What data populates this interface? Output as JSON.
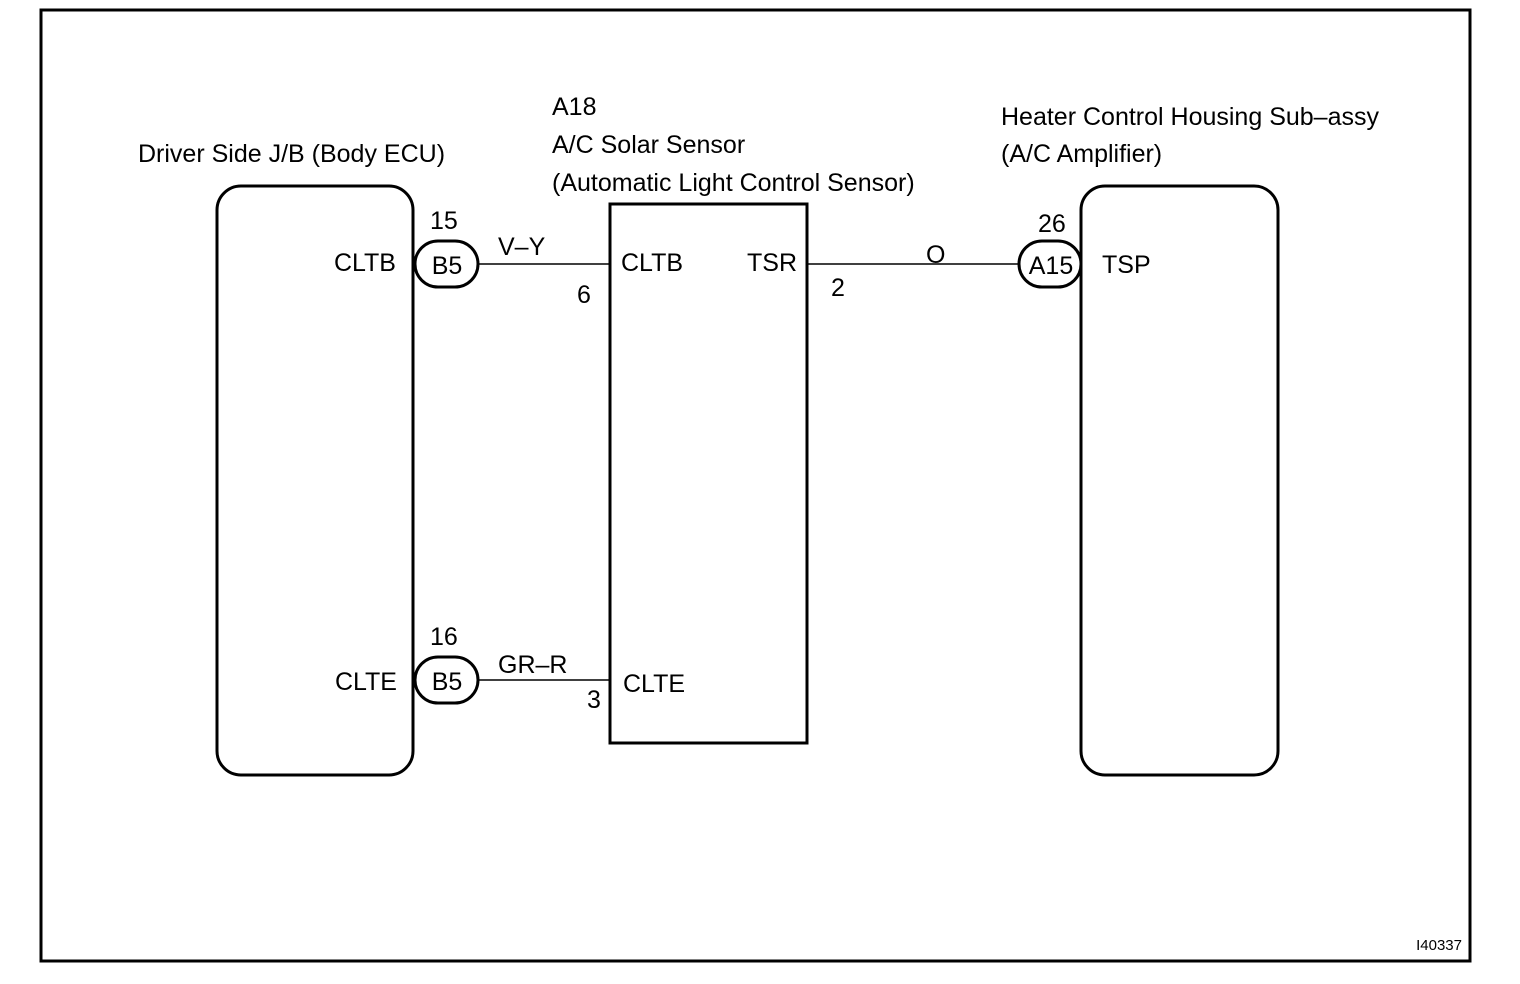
{
  "diagram": {
    "figure_id": "I40337",
    "components": {
      "body_ecu": {
        "title": "Driver Side J/B (Body ECU)",
        "pins": {
          "cltb": "CLTB",
          "clte": "CLTE"
        }
      },
      "solar_sensor": {
        "code": "A18",
        "title_line1": "A/C Solar Sensor",
        "title_line2": "(Automatic Light Control Sensor)",
        "pins": {
          "cltb": "CLTB",
          "tsr": "TSR",
          "clte": "CLTE"
        }
      },
      "amplifier": {
        "title_line1": "Heater Control Housing Sub–assy",
        "title_line2": "(A/C Amplifier)",
        "pins": {
          "tsp": "TSP"
        }
      }
    },
    "connectors": {
      "b5_top": {
        "label": "B5",
        "pin": "15"
      },
      "b5_bottom": {
        "label": "B5",
        "pin": "16"
      },
      "a15": {
        "label": "A15",
        "pin": "26"
      }
    },
    "wires": {
      "cltb": {
        "color": "V–Y",
        "sensor_pin": "6"
      },
      "clte": {
        "color": "GR–R",
        "sensor_pin": "3"
      },
      "tsr": {
        "color": "O",
        "sensor_pin": "2"
      }
    }
  }
}
